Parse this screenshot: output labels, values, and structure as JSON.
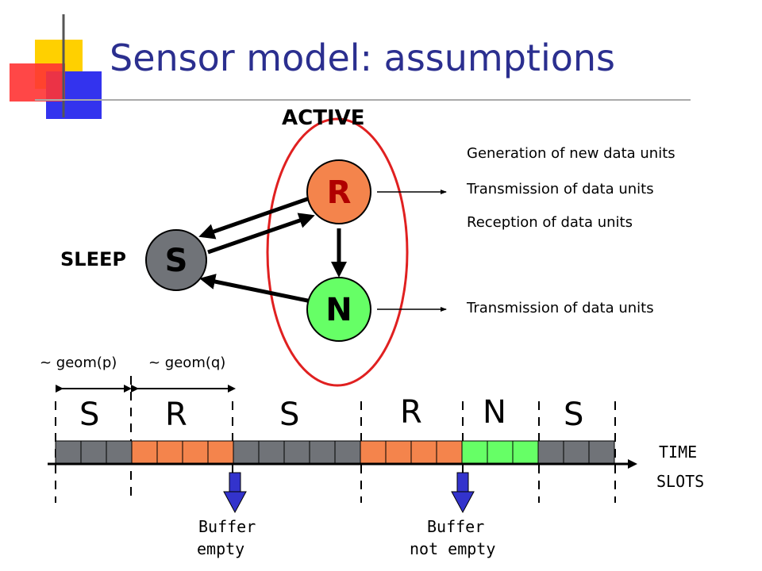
{
  "slide": {
    "title": "Sensor model: assumptions"
  },
  "states": {
    "active_label": "ACTIVE",
    "sleep_label": "SLEEP",
    "nodes": [
      {
        "letter": "S",
        "color": "#707378"
      },
      {
        "letter": "R",
        "color": "#f4844c"
      },
      {
        "letter": "N",
        "color": "#66ff66"
      }
    ]
  },
  "descriptions": {
    "r_lines": [
      "Generation of new data units",
      "Transmission of data units",
      "Reception of data units"
    ],
    "n_lines": [
      "Transmission of data units"
    ]
  },
  "timeline": {
    "geom_p": "~ geom(p)",
    "geom_q": "~ geom(q)",
    "segments": [
      "S",
      "R",
      "S",
      "R",
      "N",
      "S"
    ],
    "slots": [
      "S",
      "S",
      "S",
      "R",
      "R",
      "R",
      "R",
      "S",
      "S",
      "S",
      "S",
      "S",
      "R",
      "R",
      "R",
      "R",
      "N",
      "N",
      "N",
      "S",
      "S",
      "S"
    ],
    "time_label_1": "TIME",
    "time_label_2": "SLOTS",
    "buffer_empty_1": "Buffer",
    "buffer_empty_2": "empty",
    "buffer_not_empty_1": "Buffer",
    "buffer_not_empty_2": "not empty"
  },
  "colors": {
    "title": "#2b2f8f",
    "sleep": "#707378",
    "receive": "#f4844c",
    "transmit": "#66ff66",
    "ellipse": "#e02020",
    "buffer_arrow": "#3333cc"
  }
}
